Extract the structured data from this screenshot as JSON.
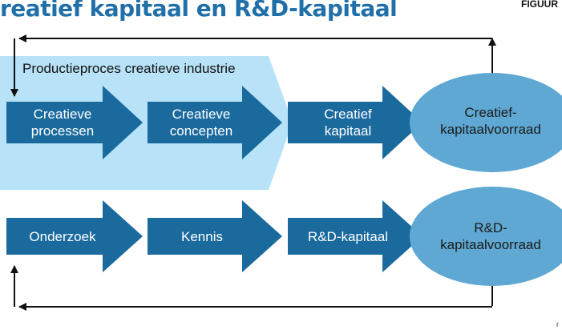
{
  "header": {
    "title": "reatief kapitaal en R&D-kapitaal",
    "figure_label": "FIGUUR",
    "corner_mark": "r"
  },
  "colors": {
    "title": "#1f6fa8",
    "arrow_fill": "#1a6a9e",
    "region_fill": "#b7e2f7",
    "ellipse_fill": "#5ea8d3",
    "connector": "#111111"
  },
  "diagram": {
    "region_label": "Productieproces creatieve industrie",
    "creative_row": {
      "arrows": [
        [
          "Creatieve",
          "processen"
        ],
        [
          "Creatieve",
          "concepten"
        ],
        [
          "Creatief",
          "kapitaal"
        ]
      ],
      "stock": [
        "Creatief-",
        "kapitaalvoorraad"
      ]
    },
    "rd_row": {
      "arrows": [
        [
          "Onderzoek"
        ],
        [
          "Kennis"
        ],
        [
          "R&D-kapitaal"
        ]
      ],
      "stock": [
        "R&D-",
        "kapitaalvoorraad"
      ]
    }
  }
}
